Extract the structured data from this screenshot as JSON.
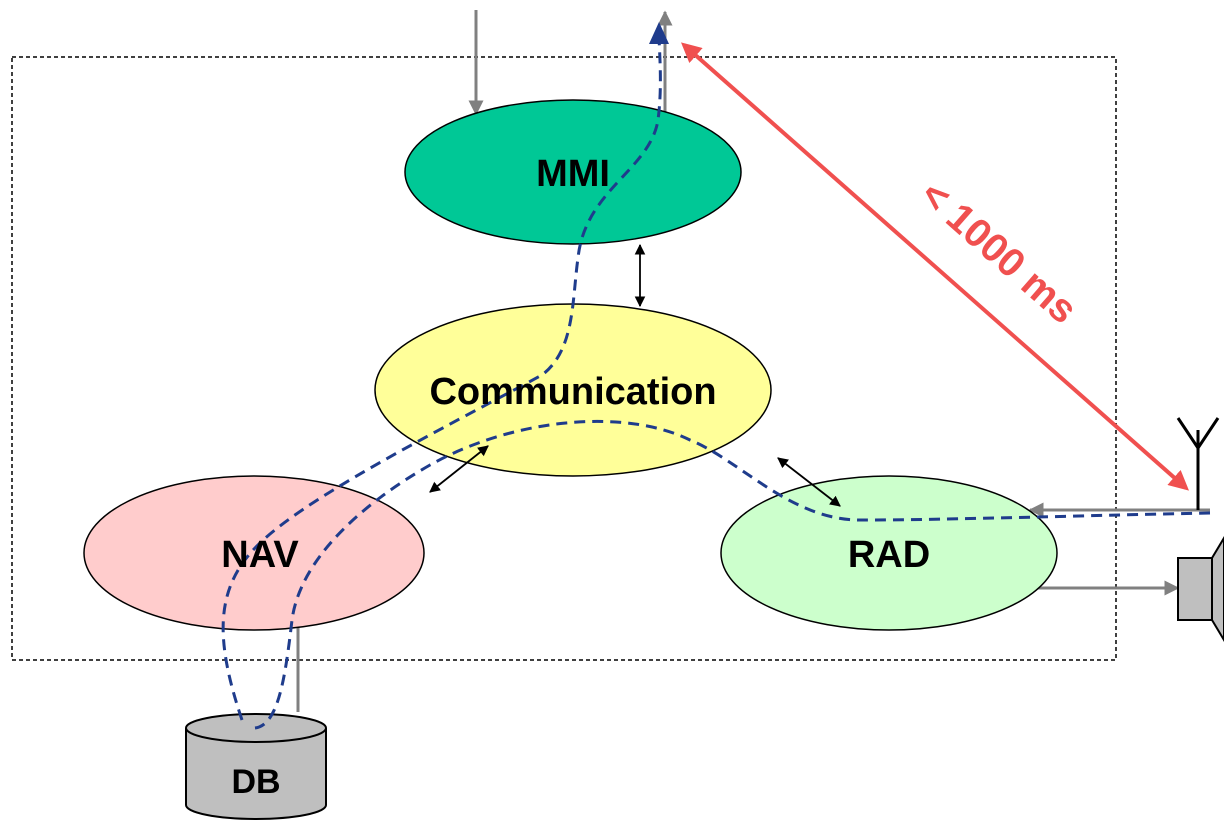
{
  "nodes": {
    "mmi": {
      "label": "MMI",
      "fill": "#00C896"
    },
    "communication": {
      "label": "Communication",
      "fill": "#FFFF99"
    },
    "nav": {
      "label": "NAV",
      "fill": "#FFCCCC"
    },
    "rad": {
      "label": "RAD",
      "fill": "#CCFFCC"
    },
    "db": {
      "label": "DB",
      "fill": "#BFBFBF"
    }
  },
  "annotation": {
    "label": "< 1000 ms",
    "color": "#F0504F"
  },
  "colors": {
    "boundary": "#000000",
    "gray_arrow": "#808080",
    "data_flow": "#1F3C8C",
    "internal_arrow": "#000000"
  },
  "icons": [
    "antenna-icon",
    "speaker-icon",
    "database-icon"
  ]
}
